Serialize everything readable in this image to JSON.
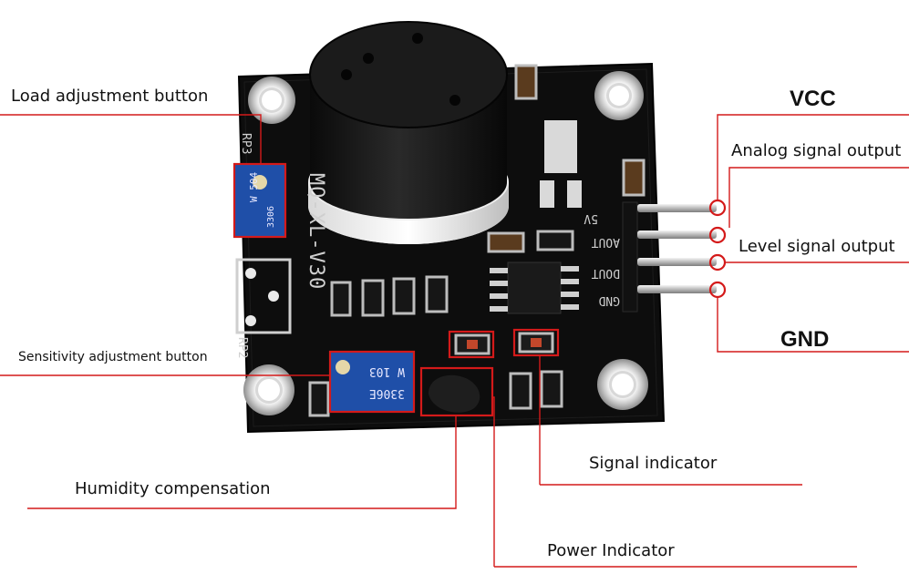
{
  "labels": {
    "load_adjustment": "Load adjustment button",
    "sensitivity_adjustment": "Sensitivity adjustment button",
    "humidity_compensation": "Humidity compensation",
    "power_indicator": "Power Indicator",
    "signal_indicator": "Signal indicator",
    "vcc": "VCC",
    "analog_output": "Analog signal output",
    "level_output": "Level signal output",
    "gnd": "GND"
  },
  "board": {
    "model": "MQ-XL-V30",
    "pins": [
      "5V",
      "AOUT",
      "DOUT",
      "GND"
    ],
    "rp3": "RP3",
    "rp2": "RP2",
    "pot_top_code": "W 504",
    "pot_top_series": "3306",
    "pot_bottom_code": "W 103",
    "pot_bottom_series": "3306E"
  },
  "colors": {
    "pcb": "#0d0d0d",
    "highlight": "#d41a1a",
    "pot": "#1f4fa8",
    "sensor": "#141414"
  }
}
